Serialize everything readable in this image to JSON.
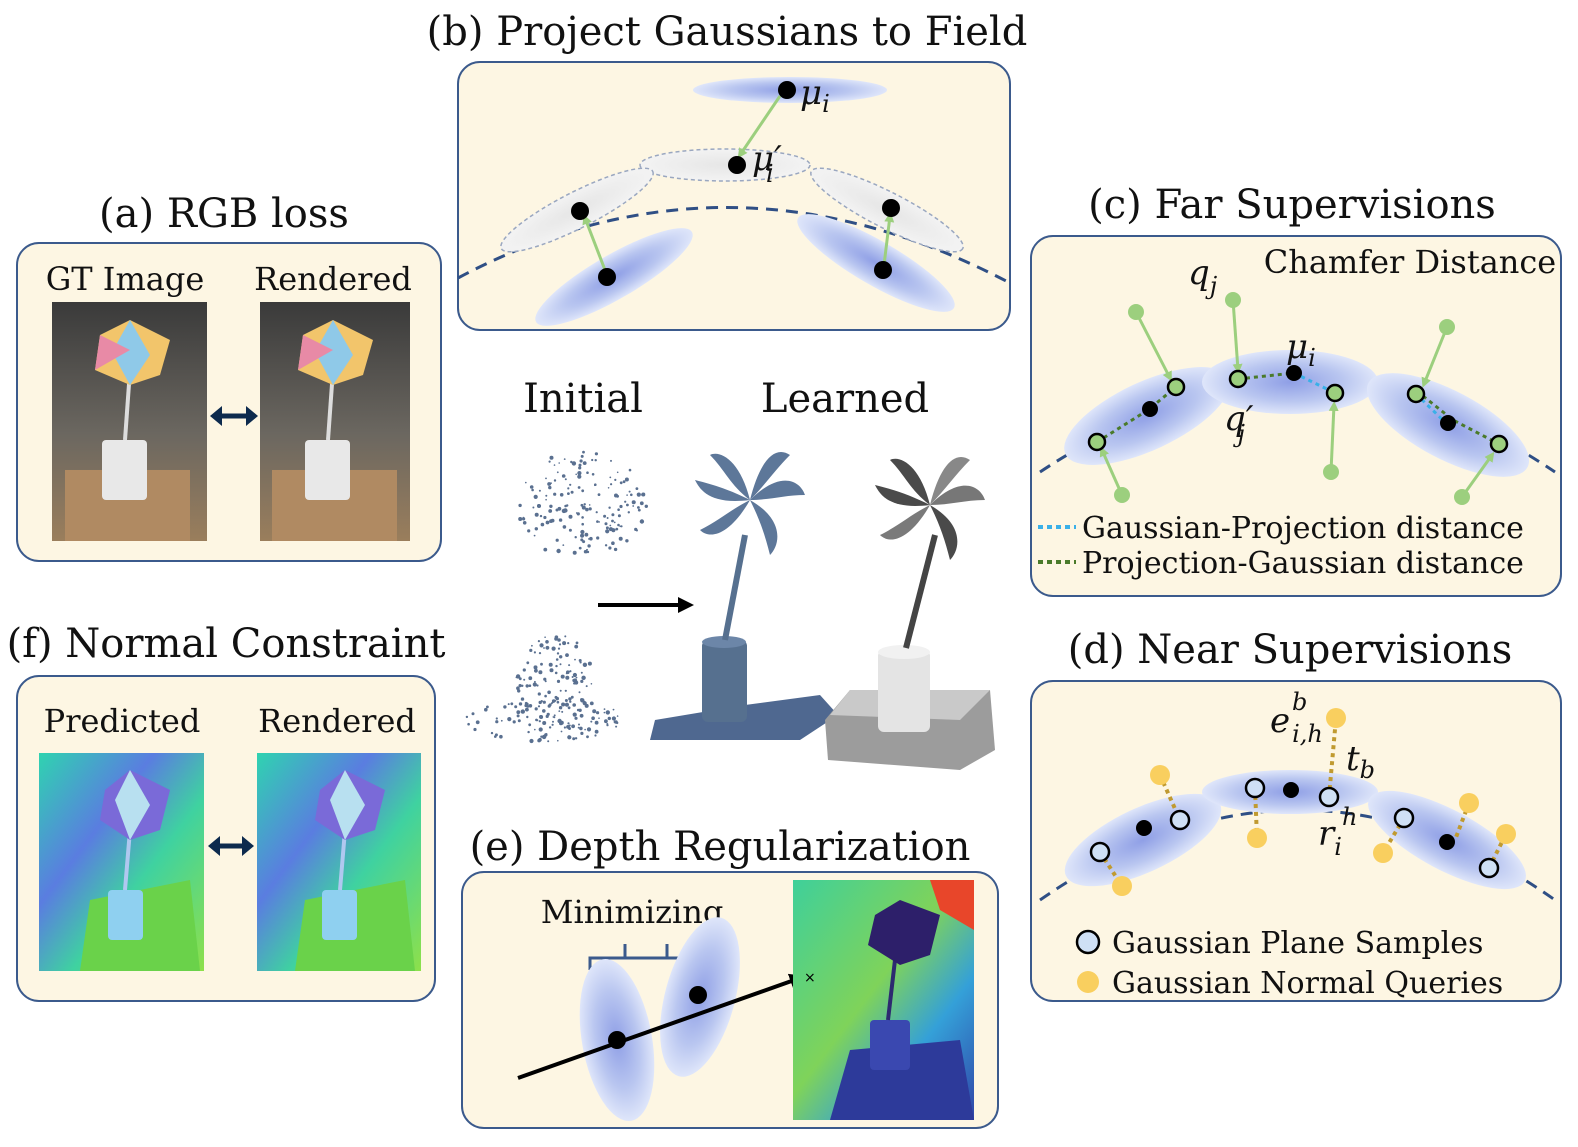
{
  "panels": {
    "a": {
      "title": "(a) RGB loss",
      "left_label": "GT Image",
      "right_label": "Rendered"
    },
    "b": {
      "title": "(b) Project Gaussians to Field",
      "mu": "μ",
      "mu_sub": "i",
      "mu_prime": "μ′",
      "mu_prime_sub": "i"
    },
    "c": {
      "title": "(c) Far Supervisions",
      "method": "Chamfer Distance",
      "q": "q",
      "q_sub": "j",
      "q_prime": "q′",
      "q_prime_sub": "j",
      "mu": "μ",
      "mu_sub": "i",
      "legend": [
        "Gaussian-Projection distance",
        "Projection-Gaussian distance"
      ]
    },
    "d": {
      "title": "(d) Near Supervisions",
      "e": "e",
      "e_sub": "i,h",
      "e_sup": "b",
      "t": "t",
      "t_sub": "b",
      "r": "r",
      "r_sub": "i",
      "r_sup": "h",
      "legend": [
        "Gaussian Plane Samples",
        "Gaussian Normal Queries"
      ]
    },
    "e": {
      "title": "(e) Depth Regularization",
      "label": "Minimizing"
    },
    "f": {
      "title": "(f) Normal Constraint",
      "left_label": "Predicted",
      "right_label": "Rendered"
    },
    "center": {
      "initial": "Initial",
      "learned": "Learned"
    }
  },
  "colors": {
    "panel_fill": "#fdf6e3",
    "panel_border": "#3b5a8c",
    "arrow_green": "#9ccf7e",
    "blue_dotted": "#3ab0e8",
    "green_dotted": "#4a7a2a",
    "query_yellow": "#f9cf5f",
    "sample_fill": "#cfe0f5"
  }
}
